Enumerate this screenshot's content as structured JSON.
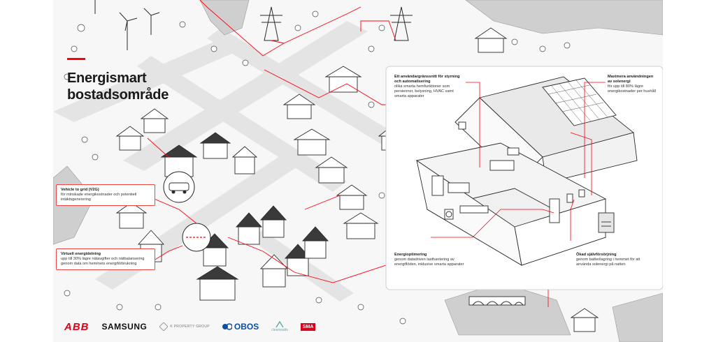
{
  "title": {
    "line1": "Energismart",
    "line2": "bostadsområde"
  },
  "callouts": {
    "v2g": {
      "heading": "Vehicle to grid (V2G)",
      "body": "för minskade energikostnader och potentiell intäktsgenerering"
    },
    "virtuell": {
      "heading": "Virtuell energidelning",
      "body": "upp till 30% lägre nätavgifter och nätbalansering genom data om hemmets energiförbrukning"
    },
    "interface": {
      "heading": "Ett användargränssnitt för styrning och automatisering",
      "body": "olika smarta hemfunktioner som persienner, belysning, HVAC samt smarta apparater"
    },
    "solar": {
      "heading": "Maximera användningen av solenergi",
      "body": "för upp till 80% lägre energikostnader per hushåll"
    },
    "optimering": {
      "heading": "Energioptimering",
      "body": "genom datadriven lasthantering av energiflöden, inklusive smarta apparater"
    },
    "sjalv": {
      "heading": "Ökad självförsörjning",
      "body": "genom batterilagring i hemmet för att använda solenergi på natten"
    }
  },
  "logos": {
    "abb": "ABB",
    "samsung": "SAMSUNG",
    "property": "K PROPERTY GROUP",
    "obos": "OBOS",
    "cleanwatts": "cleanwatts",
    "sma": "SMA"
  },
  "colors": {
    "accent": "#ff000f",
    "road": "#e4e4e4",
    "outline": "#2a2a2a"
  }
}
